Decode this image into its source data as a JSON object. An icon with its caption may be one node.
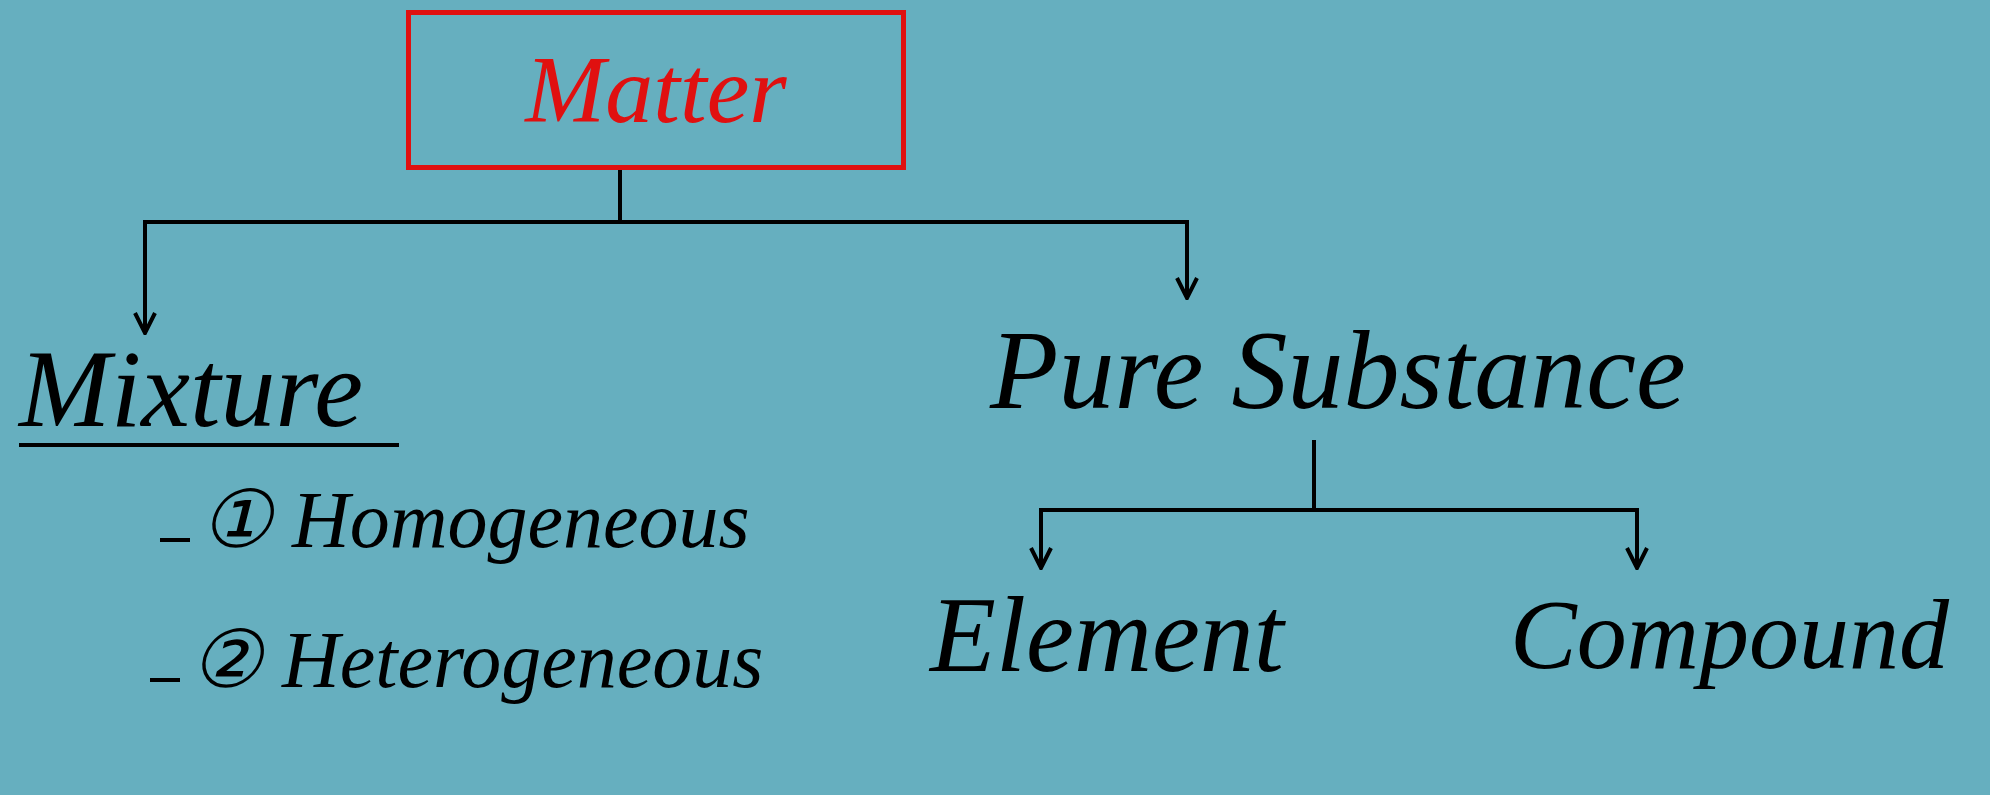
{
  "diagram": {
    "nodes": [
      {
        "text": [
          "Matter"
        ]
      },
      {
        "text": [
          "Mixture"
        ]
      },
      {
        "text": [
          "Pure Substance"
        ]
      },
      {
        "text": [
          "Element"
        ]
      },
      {
        "text": [
          "Compound"
        ]
      }
    ],
    "edges": [
      {
        "from": 0,
        "to": 1,
        "arrow": "to"
      },
      {
        "from": 0,
        "to": 2,
        "arrow": "to"
      },
      {
        "from": 2,
        "to": 3,
        "arrow": "to"
      },
      {
        "from": 2,
        "to": 4,
        "arrow": "to"
      }
    ],
    "labels": [
      "① Homogeneous",
      "② Heterogeneous"
    ]
  }
}
